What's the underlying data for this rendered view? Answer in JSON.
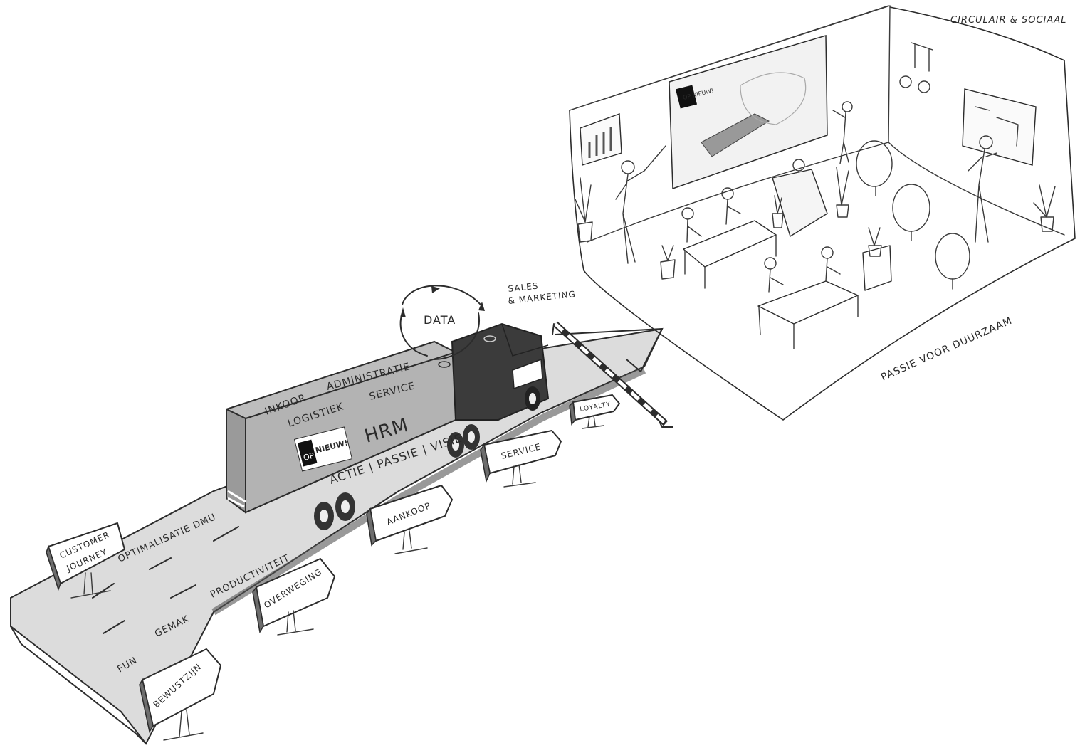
{
  "labels": {
    "top_right": "CIRCULAIR & SOCIAAL",
    "room_floor": "PASSIE VOOR DUURZAAM",
    "sales": "SALES",
    "marketing": "& MARKETING",
    "data": "DATA",
    "trailer_inkoop": "INKOOP",
    "trailer_administratie": "ADMINISTRATIE",
    "trailer_logistiek": "LOGISTIEK",
    "trailer_service": "SERVICE",
    "trailer_hrm": "HRM",
    "trailer_slogan": "ACTIE | PASSIE | VISIE",
    "logo_op": "OP",
    "logo_nieuw": "NIEUW!",
    "road_optimalisatie": "OPTIMALISATIE DMU",
    "road_productiviteit": "PRODUCTIVITEIT",
    "road_gemak": "GEMAK",
    "road_fun": "FUN",
    "board_logo": "OP NIEUW!"
  },
  "signs": {
    "customer_line1": "CUSTOMER",
    "customer_line2": "JOURNEY",
    "bewustzijn": "BEWUSTZIJN",
    "overweging": "OVERWEGING",
    "aankoop": "AANKOOP",
    "service": "SERVICE",
    "loyalty": "LOYALTY"
  },
  "colors": {
    "trailer": "#bdbdbd",
    "trailer_side": "#9a9a9a",
    "cab": "#3b3b3b",
    "road": "#d9d9d9",
    "ink": "#2c2c2c"
  }
}
